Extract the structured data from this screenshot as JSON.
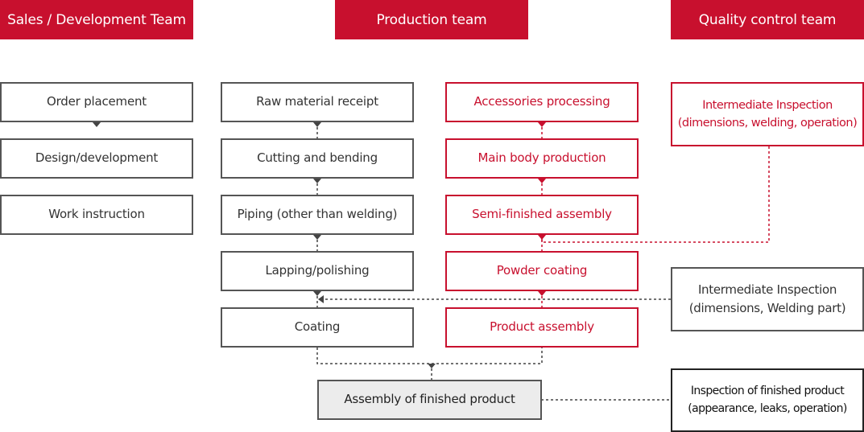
{
  "headers": {
    "sales": "Sales / Development Team",
    "production": "Production team",
    "quality": "Quality control team"
  },
  "sales_steps": [
    "Order placement",
    "Design/development",
    "Work instruction"
  ],
  "production_left": [
    "Raw material receipt",
    "Cutting and bending",
    "Piping (other than welding)",
    "Lapping/polishing",
    "Coating"
  ],
  "production_right": [
    "Accessories processing",
    "Main body production",
    "Semi-finished assembly",
    "Powder coating",
    "Product assembly"
  ],
  "final_assembly": "Assembly of finished product",
  "quality_checks": {
    "intermediate_1": {
      "line1": "Intermediate Inspection",
      "line2": "(dimensions, welding, operation)"
    },
    "intermediate_2": {
      "line1": "Intermediate Inspection",
      "line2": "(dimensions, Welding part)"
    },
    "final": {
      "line1": "Inspection of finished product",
      "line2": "(appearance, leaks, operation)"
    }
  },
  "colors": {
    "accent": "#c8102e",
    "box_border": "#555555",
    "connector": "#444444",
    "final_box_fill": "#ececec"
  }
}
